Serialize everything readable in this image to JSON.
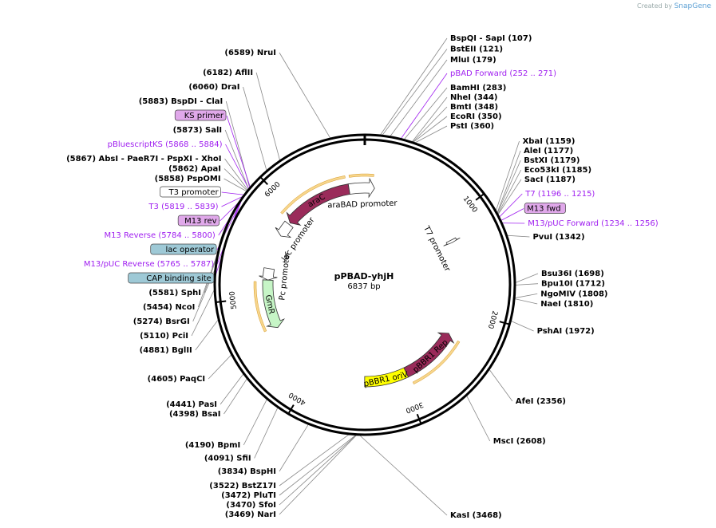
{
  "credit": {
    "prefix": "Created by",
    "brand": "SnapGene"
  },
  "plasmid": {
    "name": "pPBAD-yhjH",
    "length_label": "6837 bp",
    "length": 6837
  },
  "ticks": [
    {
      "label": "1000",
      "pos": 1000
    },
    {
      "label": "2000",
      "pos": 2000
    },
    {
      "label": "3000",
      "pos": 3000
    },
    {
      "label": "4000",
      "pos": 4000
    },
    {
      "label": "5000",
      "pos": 5000
    },
    {
      "label": "6000",
      "pos": 6000
    }
  ],
  "features": [
    {
      "name": "araC",
      "start": 5880,
      "end": 6660,
      "color": "#9a2b5a",
      "dir": "rev",
      "inside_label": true
    },
    {
      "name": "araBAD promoter",
      "start": 6660,
      "end": 110,
      "color": "#ffffff",
      "dir": "fwd",
      "inside_label": false
    },
    {
      "name": "lac promoter",
      "start": 5700,
      "end": 5860,
      "color": "#ffffff",
      "dir": "rev",
      "inside_label": false
    },
    {
      "name": "T7 promoter",
      "start": 1190,
      "end": 1220,
      "color": "#ffffff",
      "dir": "fwd",
      "inside_label": false
    },
    {
      "name": "pBBR1 Rep",
      "start": 2280,
      "end": 2940,
      "color": "#9a2b5a",
      "dir": "rev",
      "inside_label": true
    },
    {
      "name": "pBBR1 oriV",
      "start": 2940,
      "end": 3420,
      "color": "#ffff00",
      "dir": "none",
      "inside_label": true
    },
    {
      "name": "GmR",
      "start": 4630,
      "end": 5180,
      "color": "#c6f5c6",
      "dir": "rev",
      "inside_label": true
    },
    {
      "name": "Pc promoter",
      "start": 5180,
      "end": 5310,
      "color": "#ffffff",
      "dir": "rev",
      "inside_label": false
    }
  ],
  "enzymes_right": [
    {
      "name": "BspQI",
      "extra": "- SapI",
      "pos_label": "(107)",
      "pos": 107
    },
    {
      "name": "BstEII",
      "extra": "",
      "pos_label": "(121)",
      "pos": 121
    },
    {
      "name": "MluI",
      "extra": "",
      "pos_label": "(179)",
      "pos": 179
    },
    {
      "name": "BamHI",
      "extra": "",
      "pos_label": "(283)",
      "pos": 283
    },
    {
      "name": "NheI",
      "extra": "",
      "pos_label": "(344)",
      "pos": 344
    },
    {
      "name": "BmtI",
      "extra": "",
      "pos_label": "(348)",
      "pos": 348
    },
    {
      "name": "EcoRI",
      "extra": "",
      "pos_label": "(350)",
      "pos": 350
    },
    {
      "name": "PstI",
      "extra": "",
      "pos_label": "(360)",
      "pos": 360
    },
    {
      "name": "XbaI",
      "extra": "",
      "pos_label": "(1159)",
      "pos": 1159
    },
    {
      "name": "AleI",
      "extra": "",
      "pos_label": "(1177)",
      "pos": 1177
    },
    {
      "name": "BstXI",
      "extra": "",
      "pos_label": "(1179)",
      "pos": 1179
    },
    {
      "name": "Eco53kI",
      "extra": "",
      "pos_label": "(1185)",
      "pos": 1185
    },
    {
      "name": "SacI",
      "extra": "",
      "pos_label": "(1187)",
      "pos": 1187
    },
    {
      "name": "PvuI",
      "extra": "",
      "pos_label": "(1342)",
      "pos": 1342
    },
    {
      "name": "Bsu36I",
      "extra": "",
      "pos_label": "(1698)",
      "pos": 1698
    },
    {
      "name": "Bpu10I",
      "extra": "",
      "pos_label": "(1712)",
      "pos": 1712
    },
    {
      "name": "NgoMIV",
      "extra": "",
      "pos_label": "(1808)",
      "pos": 1808
    },
    {
      "name": "NaeI",
      "extra": "",
      "pos_label": "(1810)",
      "pos": 1810
    },
    {
      "name": "PshAI",
      "extra": "",
      "pos_label": "(1972)",
      "pos": 1972
    },
    {
      "name": "AfeI",
      "extra": "",
      "pos_label": "(2356)",
      "pos": 2356
    },
    {
      "name": "MscI",
      "extra": "",
      "pos_label": "(2608)",
      "pos": 2608
    },
    {
      "name": "KasI",
      "extra": "",
      "pos_label": "(3468)",
      "pos": 3468
    }
  ],
  "enzymes_left": [
    {
      "name": "NruI",
      "extra": "",
      "pos_label": "(6589)",
      "pos": 6589
    },
    {
      "name": "AflII",
      "extra": "",
      "pos_label": "(6182)",
      "pos": 6182
    },
    {
      "name": "DraI",
      "extra": "",
      "pos_label": "(6060)",
      "pos": 6060
    },
    {
      "name": "BspDI",
      "extra": "- ClaI",
      "pos_label": "(5883)",
      "pos": 5883
    },
    {
      "name": "SalI",
      "extra": "",
      "pos_label": "(5873)",
      "pos": 5873
    },
    {
      "name": "AbsI",
      "extra": "- PaeR7I - PspXI - XhoI",
      "pos_label": "(5867)",
      "pos": 5867
    },
    {
      "name": "ApaI",
      "extra": "",
      "pos_label": "(5862)",
      "pos": 5862
    },
    {
      "name": "PspOMI",
      "extra": "",
      "pos_label": "(5858)",
      "pos": 5858
    },
    {
      "name": "SphI",
      "extra": "",
      "pos_label": "(5581)",
      "pos": 5581
    },
    {
      "name": "NcoI",
      "extra": "",
      "pos_label": "(5454)",
      "pos": 5454
    },
    {
      "name": "BsrGI",
      "extra": "",
      "pos_label": "(5274)",
      "pos": 5274
    },
    {
      "name": "PciI",
      "extra": "",
      "pos_label": "(5110)",
      "pos": 5110
    },
    {
      "name": "BglII",
      "extra": "",
      "pos_label": "(4881)",
      "pos": 4881
    },
    {
      "name": "PaqCI",
      "extra": "",
      "pos_label": "(4605)",
      "pos": 4605
    },
    {
      "name": "PasI",
      "extra": "",
      "pos_label": "(4441)",
      "pos": 4441
    },
    {
      "name": "BsaI",
      "extra": "",
      "pos_label": "(4398)",
      "pos": 4398
    },
    {
      "name": "BpmI",
      "extra": "",
      "pos_label": "(4190)",
      "pos": 4190
    },
    {
      "name": "SfiI",
      "extra": "",
      "pos_label": "(4091)",
      "pos": 4091
    },
    {
      "name": "BspHI",
      "extra": "",
      "pos_label": "(3834)",
      "pos": 3834
    },
    {
      "name": "BstZ17I",
      "extra": "",
      "pos_label": "(3522)",
      "pos": 3522
    },
    {
      "name": "PluTI",
      "extra": "",
      "pos_label": "(3472)",
      "pos": 3472
    },
    {
      "name": "SfoI",
      "extra": "",
      "pos_label": "(3470)",
      "pos": 3470
    },
    {
      "name": "NarI",
      "extra": "",
      "pos_label": "(3469)",
      "pos": 3469
    }
  ],
  "primers_right": [
    {
      "name": "pBAD Forward",
      "range": "(252 .. 271)",
      "pos": 260
    },
    {
      "name": "T7",
      "range": "(1196 .. 1215)",
      "pos": 1205
    },
    {
      "name": "M13 fwd",
      "range": "",
      "pos": 1230,
      "boxed": true,
      "box_color": "#e0a8ea"
    },
    {
      "name": "M13/pUC Forward",
      "range": "(1234 .. 1256)",
      "pos": 1245
    }
  ],
  "primers_left": [
    {
      "name": "KS primer",
      "range": "",
      "pos": 5890,
      "boxed": true,
      "box_color": "#e0a8ea"
    },
    {
      "name": "pBluescriptKS",
      "range": "(5868 .. 5884)",
      "pos": 5876
    },
    {
      "name": "T3 promoter",
      "range": "",
      "pos": 5830,
      "boxed": true,
      "box_color": "#ffffff"
    },
    {
      "name": "T3",
      "range": "(5819 .. 5839)",
      "pos": 5829
    },
    {
      "name": "M13 rev",
      "range": "",
      "pos": 5810,
      "boxed": true,
      "box_color": "#e0a8ea"
    },
    {
      "name": "M13 Reverse",
      "range": "(5784 .. 5800)",
      "pos": 5792
    },
    {
      "name": "lac operator",
      "range": "",
      "pos": 5775,
      "boxed": true,
      "box_color": "#9ec9d6"
    },
    {
      "name": "M13/pUC Reverse",
      "range": "(5765 .. 5787)",
      "pos": 5776
    },
    {
      "name": "CAP binding site",
      "range": "",
      "pos": 5740,
      "boxed": true,
      "box_color": "#9ec9d6"
    }
  ]
}
